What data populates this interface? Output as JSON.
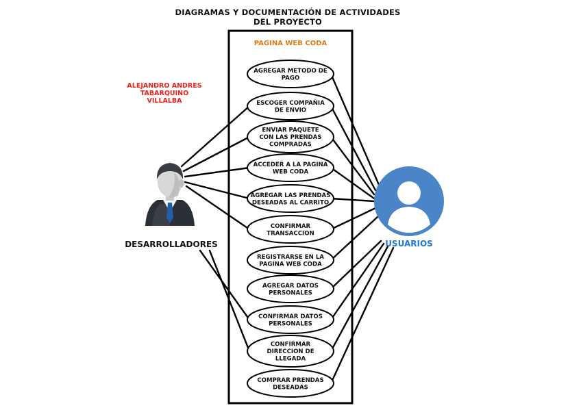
{
  "title": [
    "DIAGRAMAS Y DOCUMENTACIÓN DE ACTIVIDADES",
    "DEL PROYECTO"
  ],
  "system": {
    "name": "PAGINA WEB CODA"
  },
  "author": [
    "ALEJANDRO ANDRES",
    "TABARQUINO",
    "VILLALBA"
  ],
  "actors": {
    "developers": {
      "label": "DESARROLLADORES",
      "icon": "businessman-icon"
    },
    "users": {
      "label": "USUARIOS",
      "icon": "user-avatar-icon",
      "color": "#4a85c7"
    }
  },
  "use_cases": [
    {
      "lines": [
        "AGREGAR METODO DE",
        "PAGO"
      ]
    },
    {
      "lines": [
        "ESCOGER COMPAÑIA",
        "DE ENVIO"
      ]
    },
    {
      "lines": [
        "ENVIAR PAQUETE",
        "CON LAS PRENDAS",
        "COMPRADAS"
      ]
    },
    {
      "lines": [
        "ACCEDER A LA PAGINA",
        "WEB CODA"
      ]
    },
    {
      "lines": [
        "AGREGAR LAS PRENDAS",
        "DESEADAS AL CARRITO"
      ]
    },
    {
      "lines": [
        "CONFIRMAR",
        "TRANSACCION"
      ]
    },
    {
      "lines": [
        "REGISTRARSE EN LA",
        "PAGINA WEB CODA"
      ]
    },
    {
      "lines": [
        "AGREGAR DATOS",
        "PERSONALES"
      ]
    },
    {
      "lines": [
        "CONFIRMAR DATOS",
        "PERSONALES"
      ]
    },
    {
      "lines": [
        "CONFIRMAR",
        "DIRECCION DE",
        "LLEGADA"
      ]
    },
    {
      "lines": [
        "COMPRAR PRENDAS",
        "DESEADAS"
      ]
    }
  ],
  "associations": {
    "developers": [
      1,
      2,
      3,
      4,
      5,
      8,
      9
    ],
    "users": [
      0,
      1,
      2,
      3,
      4,
      5,
      6,
      7,
      8,
      9,
      10
    ]
  }
}
